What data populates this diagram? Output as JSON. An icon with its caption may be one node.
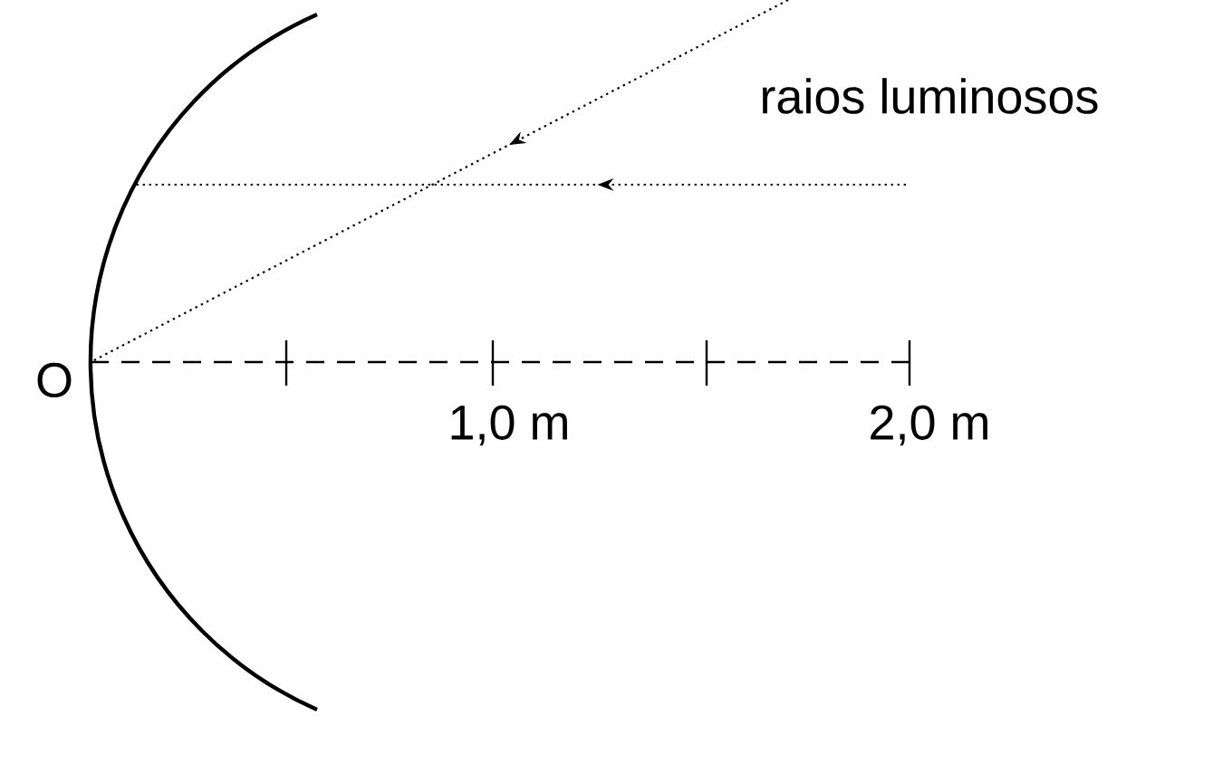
{
  "diagram": {
    "labels": [
      "raios luminosos",
      "O",
      "1,0 m",
      "2,0 m"
    ]
  }
}
